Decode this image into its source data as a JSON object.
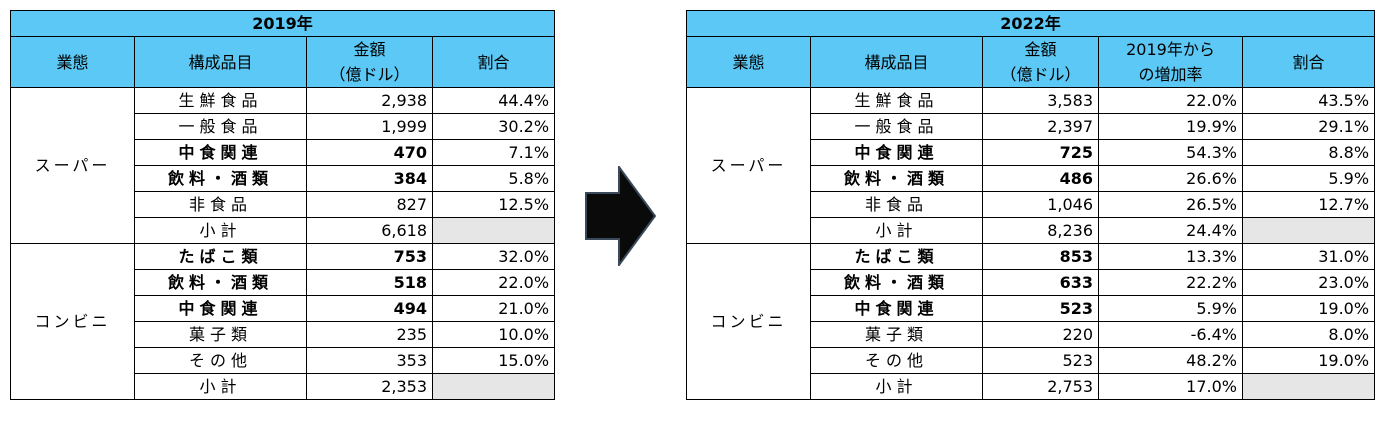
{
  "t2019": {
    "title": "2019年",
    "headers": {
      "type": "業態",
      "item": "構成品目",
      "amount1": "金額",
      "amount2": "（億ドル）",
      "share": "割合"
    },
    "super_label": "スーパー",
    "conv_label": "コンビニ",
    "super_rows": [
      {
        "item": "生鮮食品",
        "amount": "2,938",
        "share": "44.4%",
        "bold": false
      },
      {
        "item": "一般食品",
        "amount": "1,999",
        "share": "30.2%",
        "bold": false
      },
      {
        "item": "中食関連",
        "amount": "470",
        "share": "7.1%",
        "bold": true
      },
      {
        "item": "飲料・酒類",
        "amount": "384",
        "share": "5.8%",
        "bold": true
      },
      {
        "item": "非食品",
        "amount": "827",
        "share": "12.5%",
        "bold": false
      },
      {
        "item": "小計",
        "amount": "6,618",
        "share": "",
        "bold": false,
        "subtotal": true
      }
    ],
    "conv_rows": [
      {
        "item": "たばこ類",
        "amount": "753",
        "share": "32.0%",
        "bold": true
      },
      {
        "item": "飲料・酒類",
        "amount": "518",
        "share": "22.0%",
        "bold": true
      },
      {
        "item": "中食関連",
        "amount": "494",
        "share": "21.0%",
        "bold": true
      },
      {
        "item": "菓子類",
        "amount": "235",
        "share": "10.0%",
        "bold": false
      },
      {
        "item": "その他",
        "amount": "353",
        "share": "15.0%",
        "bold": false
      },
      {
        "item": "小計",
        "amount": "2,353",
        "share": "",
        "bold": false,
        "subtotal": true
      }
    ]
  },
  "t2022": {
    "title": "2022年",
    "headers": {
      "type": "業態",
      "item": "構成品目",
      "amount1": "金額",
      "amount2": "（億ドル）",
      "growth1": "2019年から",
      "growth2": "の増加率",
      "share": "割合"
    },
    "super_label": "スーパー",
    "conv_label": "コンビニ",
    "super_rows": [
      {
        "item": "生鮮食品",
        "amount": "3,583",
        "growth": "22.0%",
        "share": "43.5%",
        "bold": false
      },
      {
        "item": "一般食品",
        "amount": "2,397",
        "growth": "19.9%",
        "share": "29.1%",
        "bold": false
      },
      {
        "item": "中食関連",
        "amount": "725",
        "growth": "54.3%",
        "share": "8.8%",
        "bold": true
      },
      {
        "item": "飲料・酒類",
        "amount": "486",
        "growth": "26.6%",
        "share": "5.9%",
        "bold": true
      },
      {
        "item": "非食品",
        "amount": "1,046",
        "growth": "26.5%",
        "share": "12.7%",
        "bold": false
      },
      {
        "item": "小計",
        "amount": "8,236",
        "growth": "24.4%",
        "share": "",
        "bold": false,
        "subtotal": true
      }
    ],
    "conv_rows": [
      {
        "item": "たばこ類",
        "amount": "853",
        "growth": "13.3%",
        "share": "31.0%",
        "bold": true
      },
      {
        "item": "飲料・酒類",
        "amount": "633",
        "growth": "22.2%",
        "share": "23.0%",
        "bold": true
      },
      {
        "item": "中食関連",
        "amount": "523",
        "growth": "5.9%",
        "share": "19.0%",
        "bold": true
      },
      {
        "item": "菓子類",
        "amount": "220",
        "growth": "-6.4%",
        "share": "8.0%",
        "bold": false
      },
      {
        "item": "その他",
        "amount": "523",
        "growth": "48.2%",
        "share": "19.0%",
        "bold": false
      },
      {
        "item": "小計",
        "amount": "2,753",
        "growth": "17.0%",
        "share": "",
        "bold": false,
        "subtotal": true
      }
    ]
  },
  "colors": {
    "header_bg": "#5bc8f5",
    "gray_cell": "#e6e6e6",
    "arrow": "#0a0a0a"
  },
  "arrow_icon": "right-arrow-icon"
}
